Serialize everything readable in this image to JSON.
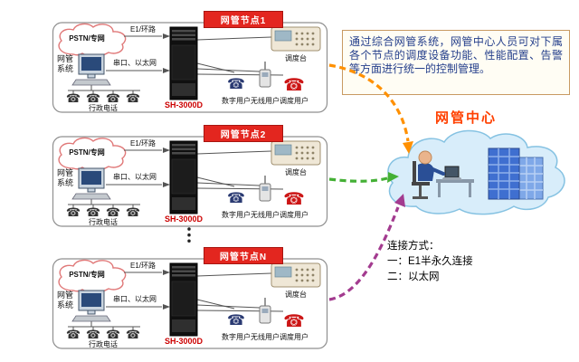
{
  "note_box": {
    "text": "通过综合网管系统，网管中心人员可对下属各个节点的调度设备功能、性能配置、告警等方面进行统一的控制管理。"
  },
  "center": {
    "label": "网管中心"
  },
  "connection": {
    "title": "连接方式：",
    "item1": "一：E1半永久连接",
    "item2": "二：以太网"
  },
  "icons": {
    "phone": "☎"
  },
  "colors": {
    "banner_red": "#e3261f",
    "device_label_red": "#cc0000",
    "center_label": "#ff4000",
    "arrow_node1": "#ff9000",
    "arrow_node2": "#44b035",
    "arrow_nodeN": "#a33b8f"
  },
  "nodes": [
    {
      "banner": "网管节点1",
      "pstn_label": "PSTN/专网",
      "e1_label": "E1/环路",
      "nms_label": "网管系统",
      "serial_label": "串口、以太网",
      "device_label": "SH-3000D",
      "admin_phone_label": "行政电话",
      "console_label": "调度台",
      "users": [
        "数字用户",
        "无线用户",
        "调度用户"
      ]
    },
    {
      "banner": "网管节点2",
      "pstn_label": "PSTN/专网",
      "e1_label": "E1/环路",
      "nms_label": "网管系统",
      "serial_label": "串口、以太网",
      "device_label": "SH-3000D",
      "admin_phone_label": "行政电话",
      "console_label": "调度台",
      "users": [
        "数字用户",
        "无线用户",
        "调度用户"
      ]
    },
    {
      "banner": "网管节点N",
      "pstn_label": "PSTN/专网",
      "e1_label": "E1/环路",
      "nms_label": "网管系统",
      "serial_label": "串口、以太网",
      "device_label": "SH-3000D",
      "admin_phone_label": "行政电话",
      "console_label": "调度台",
      "users": [
        "数字用户",
        "无线用户",
        "调度用户"
      ]
    }
  ]
}
